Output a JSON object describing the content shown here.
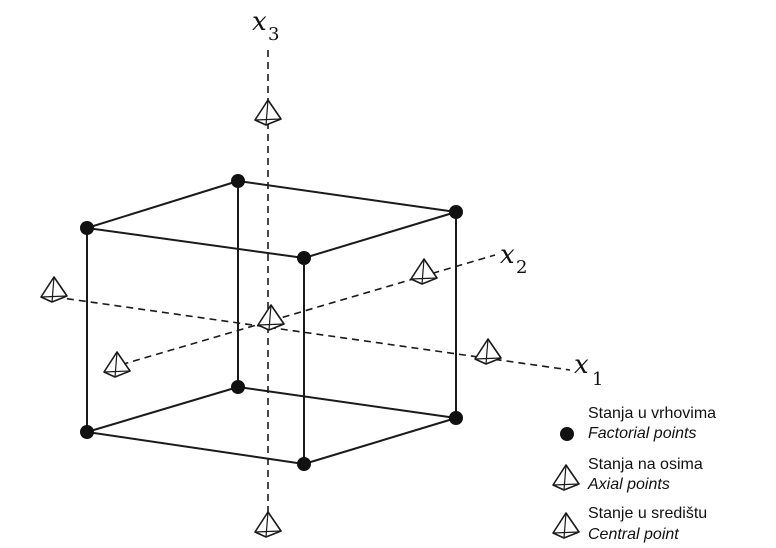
{
  "axes": {
    "x1": {
      "var": "x",
      "sub": "1"
    },
    "x2": {
      "var": "x",
      "sub": "2"
    },
    "x3": {
      "var": "x",
      "sub": "3"
    }
  },
  "legend": {
    "factorial": {
      "title": "Stanja u vrhovima",
      "subtitle": "Factorial points",
      "icon": "filled-circle-icon"
    },
    "axial": {
      "title": "Stanja na osima",
      "subtitle": "Axial points",
      "icon": "pyramid-icon"
    },
    "central": {
      "title": "Stanje u središtu",
      "subtitle": "Central point",
      "icon": "pyramid-icon"
    }
  }
}
